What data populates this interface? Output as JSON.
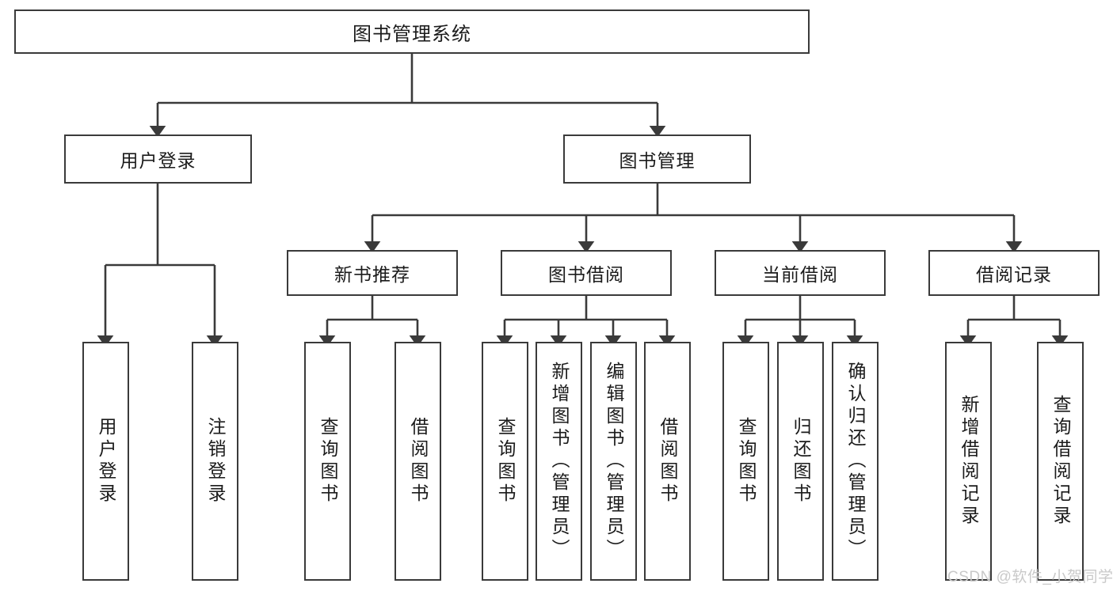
{
  "diagram": {
    "type": "tree",
    "title": "图书管理系统",
    "watermark": "CSDN @软件_小贺同学",
    "colors": {
      "stroke": "#3a3a3a",
      "fill": "#ffffff",
      "text": "#1b1b1b",
      "watermark": "#c9c9c9"
    },
    "levels": {
      "root": {
        "label": "图书管理系统"
      },
      "level2": [
        {
          "label": "用户登录"
        },
        {
          "label": "图书管理"
        }
      ],
      "level3": [
        {
          "label": "新书推荐"
        },
        {
          "label": "图书借阅"
        },
        {
          "label": "当前借阅"
        },
        {
          "label": "借阅记录"
        }
      ],
      "leaves": {
        "user_login": [
          {
            "label": "用户登录"
          },
          {
            "label": "注销登录"
          }
        ],
        "new_book": [
          {
            "label": "查询图书"
          },
          {
            "label": "借阅图书"
          }
        ],
        "book_borrow": [
          {
            "label": "查询图书"
          },
          {
            "label": "新增图书（管理员）"
          },
          {
            "label": "编辑图书（管理员）"
          },
          {
            "label": "借阅图书"
          }
        ],
        "current_borrow": [
          {
            "label": "查询图书"
          },
          {
            "label": "归还图书"
          },
          {
            "label": "确认归还（管理员）"
          }
        ],
        "borrow_record": [
          {
            "label": "新增借阅记录"
          },
          {
            "label": "查询借阅记录"
          }
        ]
      }
    }
  }
}
